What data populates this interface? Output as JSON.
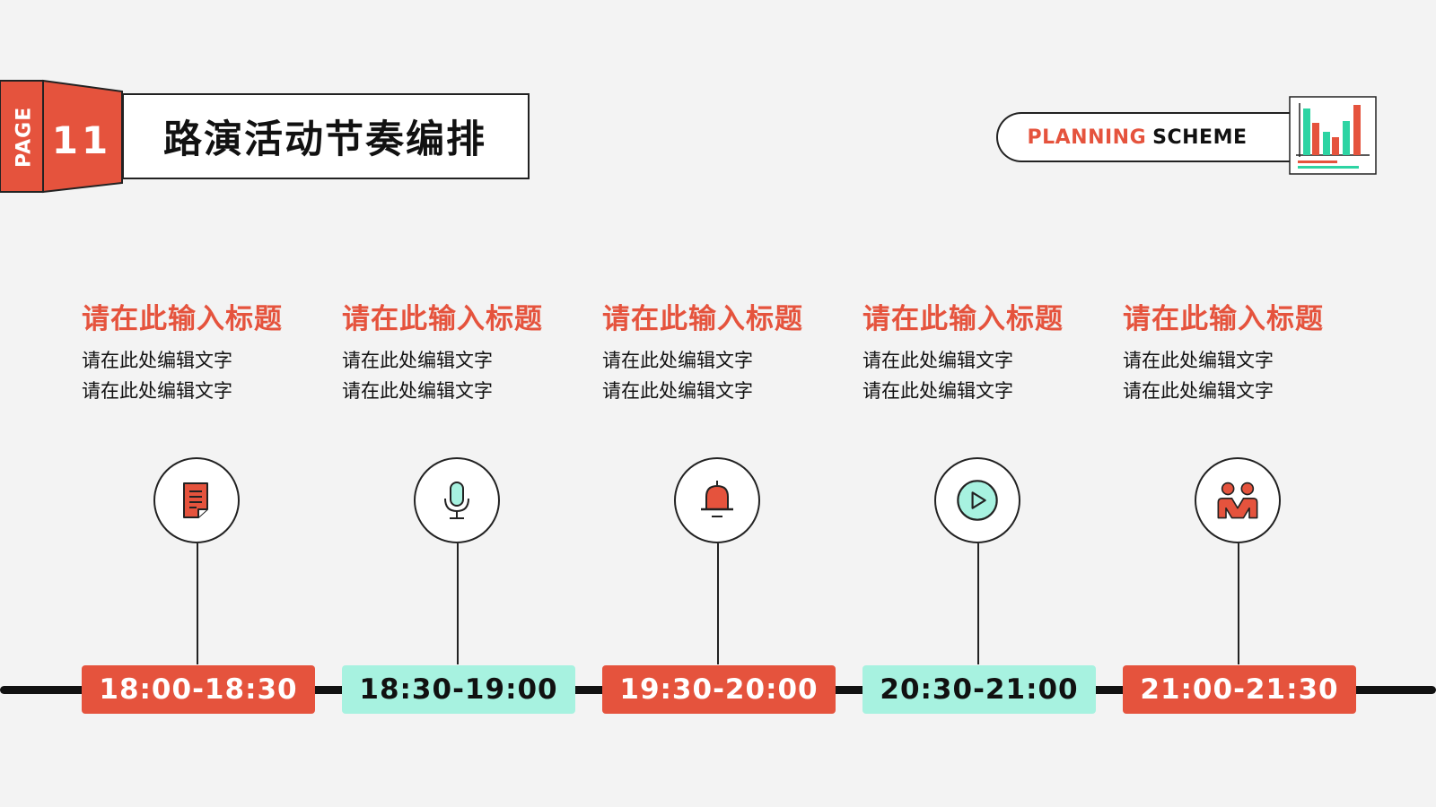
{
  "header": {
    "page_label": "PAGE",
    "page_number": "11",
    "title": "路演活动节奏编排",
    "scheme_part1": "PLANNING",
    "scheme_part2": "SCHEME"
  },
  "colors": {
    "accent": "#e5533d",
    "mint": "#a7f2e0",
    "dark": "#111111",
    "background": "#f3f3f3"
  },
  "steps": [
    {
      "title": "请在此输入标题",
      "line1": "请在此处编辑文字",
      "line2": "请在此处编辑文字",
      "time": "18:00-18:30",
      "icon": "document-icon",
      "badge": "red"
    },
    {
      "title": "请在此输入标题",
      "line1": "请在此处编辑文字",
      "line2": "请在此处编辑文字",
      "time": "18:30-19:00",
      "icon": "microphone-icon",
      "badge": "mint"
    },
    {
      "title": "请在此输入标题",
      "line1": "请在此处编辑文字",
      "line2": "请在此处编辑文字",
      "time": "19:30-20:00",
      "icon": "bell-icon",
      "badge": "red"
    },
    {
      "title": "请在此输入标题",
      "line1": "请在此处编辑文字",
      "line2": "请在此处编辑文字",
      "time": "20:30-21:00",
      "icon": "play-icon",
      "badge": "mint"
    },
    {
      "title": "请在此输入标题",
      "line1": "请在此处编辑文字",
      "line2": "请在此处编辑文字",
      "time": "21:00-21:30",
      "icon": "people-icon",
      "badge": "red"
    }
  ]
}
